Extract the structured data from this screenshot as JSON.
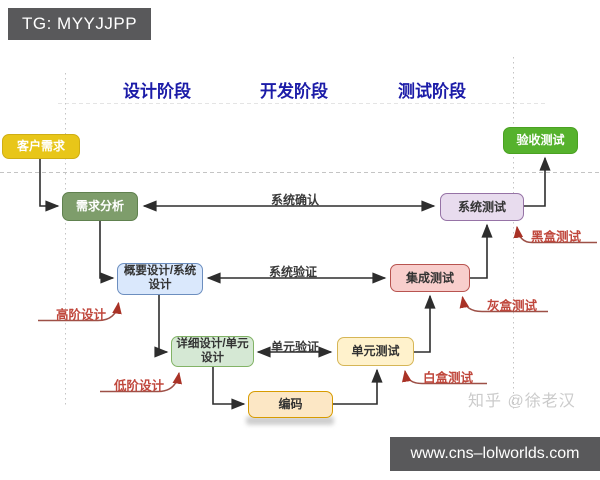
{
  "badge": {
    "text": "TG: MYYJJPP"
  },
  "footer": {
    "text": "www.cns–lolworlds.com"
  },
  "watermark": {
    "text": "知乎 @徐老汉"
  },
  "phase_headers": [
    {
      "label": "设计阶段"
    },
    {
      "label": "开发阶段"
    },
    {
      "label": "测试阶段"
    }
  ],
  "boxes": [
    {
      "label": "客户需求",
      "fill": "#e8c619",
      "border": "#cfae14",
      "text_color": "#ffffff"
    },
    {
      "label": "需求分析",
      "fill": "#7e9d6b",
      "border": "#60814f",
      "text_color": "#ffffff"
    },
    {
      "label": "概要设计/系统设计",
      "fill": "#dae8fc",
      "border": "#6c8ebf",
      "text_color": "#333333"
    },
    {
      "label": "详细设计/单元设计",
      "fill": "#d5e8d4",
      "border": "#82b366",
      "text_color": "#333333"
    },
    {
      "label": "编码",
      "fill": "#fce7c5",
      "border": "#d79b00",
      "text_color": "#333333"
    },
    {
      "label": "单元测试",
      "fill": "#fff2cc",
      "border": "#d6b656",
      "text_color": "#333333"
    },
    {
      "label": "集成测试",
      "fill": "#f8cecc",
      "border": "#b85450",
      "text_color": "#333333"
    },
    {
      "label": "系统测试",
      "fill": "#e8dcee",
      "border": "#9673a6",
      "text_color": "#333333"
    },
    {
      "label": "验收测试",
      "fill": "#56b22d",
      "border": "#4aa122",
      "text_color": "#ffffff"
    }
  ],
  "edge_labels": [
    {
      "label": "系统确认"
    },
    {
      "label": "系统验证"
    },
    {
      "label": "单元验证"
    }
  ],
  "annotations": [
    {
      "label": "高阶设计"
    },
    {
      "label": "低阶设计"
    },
    {
      "label": "黑盒测试"
    },
    {
      "label": "灰盒测试"
    },
    {
      "label": "白盒测试"
    }
  ],
  "colors": {
    "header_blue": "#1c1ca8",
    "annotation_red": "#c0473c",
    "connector_black": "#2d2d2d",
    "dashed_gridline": "#c4c4c4",
    "badge_bg": "#59595b",
    "footer_bg": "#59595b",
    "watermark_gray": "#cbcbcb"
  }
}
